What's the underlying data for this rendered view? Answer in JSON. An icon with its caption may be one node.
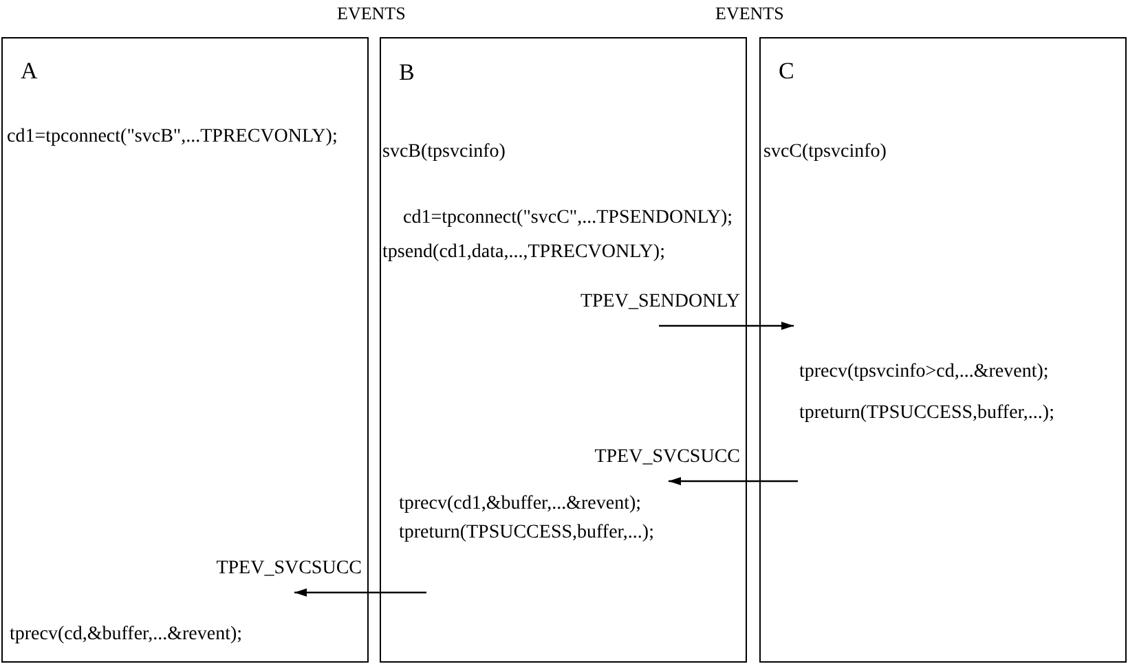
{
  "diagram": {
    "nodes": [
      {
        "text": [
          "A",
          "cd1=tpconnect(\"svcB\",...TPRECVONLY);",
          "tprecv(cd,&buffer,...&revent);"
        ]
      },
      {
        "text": [
          "B",
          "svcB(tpsvcinfo)",
          "cd1=tpconnect(\"svcC\",...TPSENDONLY);",
          "tpsend(cd1,data,...,TPRECVONLY);",
          "tprecv(cd1,&buffer,...&revent);",
          "tpreturn(TPSUCCESS,buffer,...);"
        ]
      },
      {
        "text": [
          "C",
          "svcC(tpsvcinfo)",
          "tprecv(tpsvcinfo>cd,...&revent);",
          "tpreturn(TPSUCCESS,buffer,...);"
        ]
      }
    ],
    "edges": [
      {
        "from": 1,
        "to": 2,
        "arrow": "to",
        "label": "TPEV_SENDONLY"
      },
      {
        "from": 2,
        "to": 1,
        "arrow": "to",
        "label": "TPEV_SVCSUCC"
      },
      {
        "from": 1,
        "to": 0,
        "arrow": "to",
        "label": "TPEV_SVCSUCC"
      }
    ],
    "labels": [
      "EVENTS",
      "EVENTS"
    ]
  }
}
